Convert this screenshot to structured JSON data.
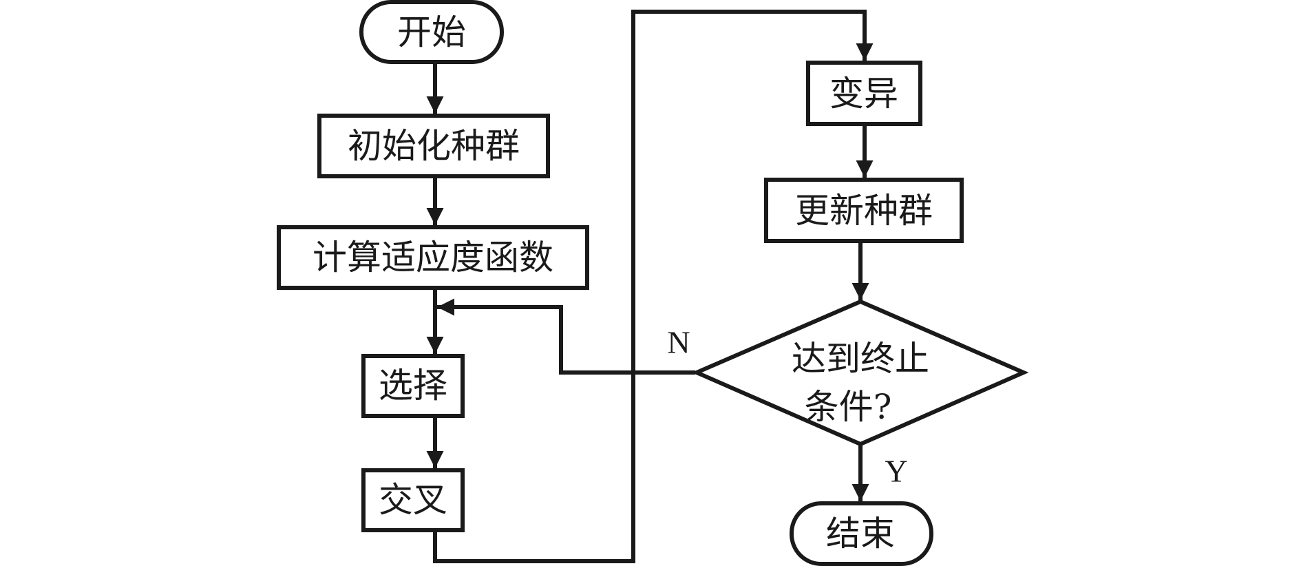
{
  "diagram": {
    "type": "flowchart",
    "title": "",
    "nodes": {
      "start": {
        "label": "开始",
        "shape": "terminal"
      },
      "init_population": {
        "label": "初始化种群",
        "shape": "process"
      },
      "compute_fitness": {
        "label": "计算适应度函数",
        "shape": "process"
      },
      "selection": {
        "label": "选择",
        "shape": "process"
      },
      "crossover": {
        "label": "交叉",
        "shape": "process"
      },
      "mutation": {
        "label": "变异",
        "shape": "process"
      },
      "update_population": {
        "label": "更新种群",
        "shape": "process"
      },
      "termination_check": {
        "label_line1": "达到终止",
        "label_line2": "条件?",
        "shape": "decision"
      },
      "end": {
        "label": "结束",
        "shape": "terminal"
      }
    },
    "edges": [
      {
        "from": "start",
        "to": "init_population",
        "label": ""
      },
      {
        "from": "init_population",
        "to": "compute_fitness",
        "label": ""
      },
      {
        "from": "compute_fitness",
        "to": "selection",
        "label": ""
      },
      {
        "from": "selection",
        "to": "crossover",
        "label": ""
      },
      {
        "from": "crossover",
        "to": "mutation",
        "label": ""
      },
      {
        "from": "mutation",
        "to": "update_population",
        "label": ""
      },
      {
        "from": "update_population",
        "to": "termination_check",
        "label": ""
      },
      {
        "from": "termination_check",
        "to": "selection",
        "label": "N"
      },
      {
        "from": "termination_check",
        "to": "end",
        "label": "Y"
      }
    ],
    "branch_labels": {
      "no": "N",
      "yes": "Y"
    },
    "colors": {
      "stroke": "#1a1a1a",
      "fill": "#ffffff",
      "text": "#1a1a1a"
    }
  }
}
